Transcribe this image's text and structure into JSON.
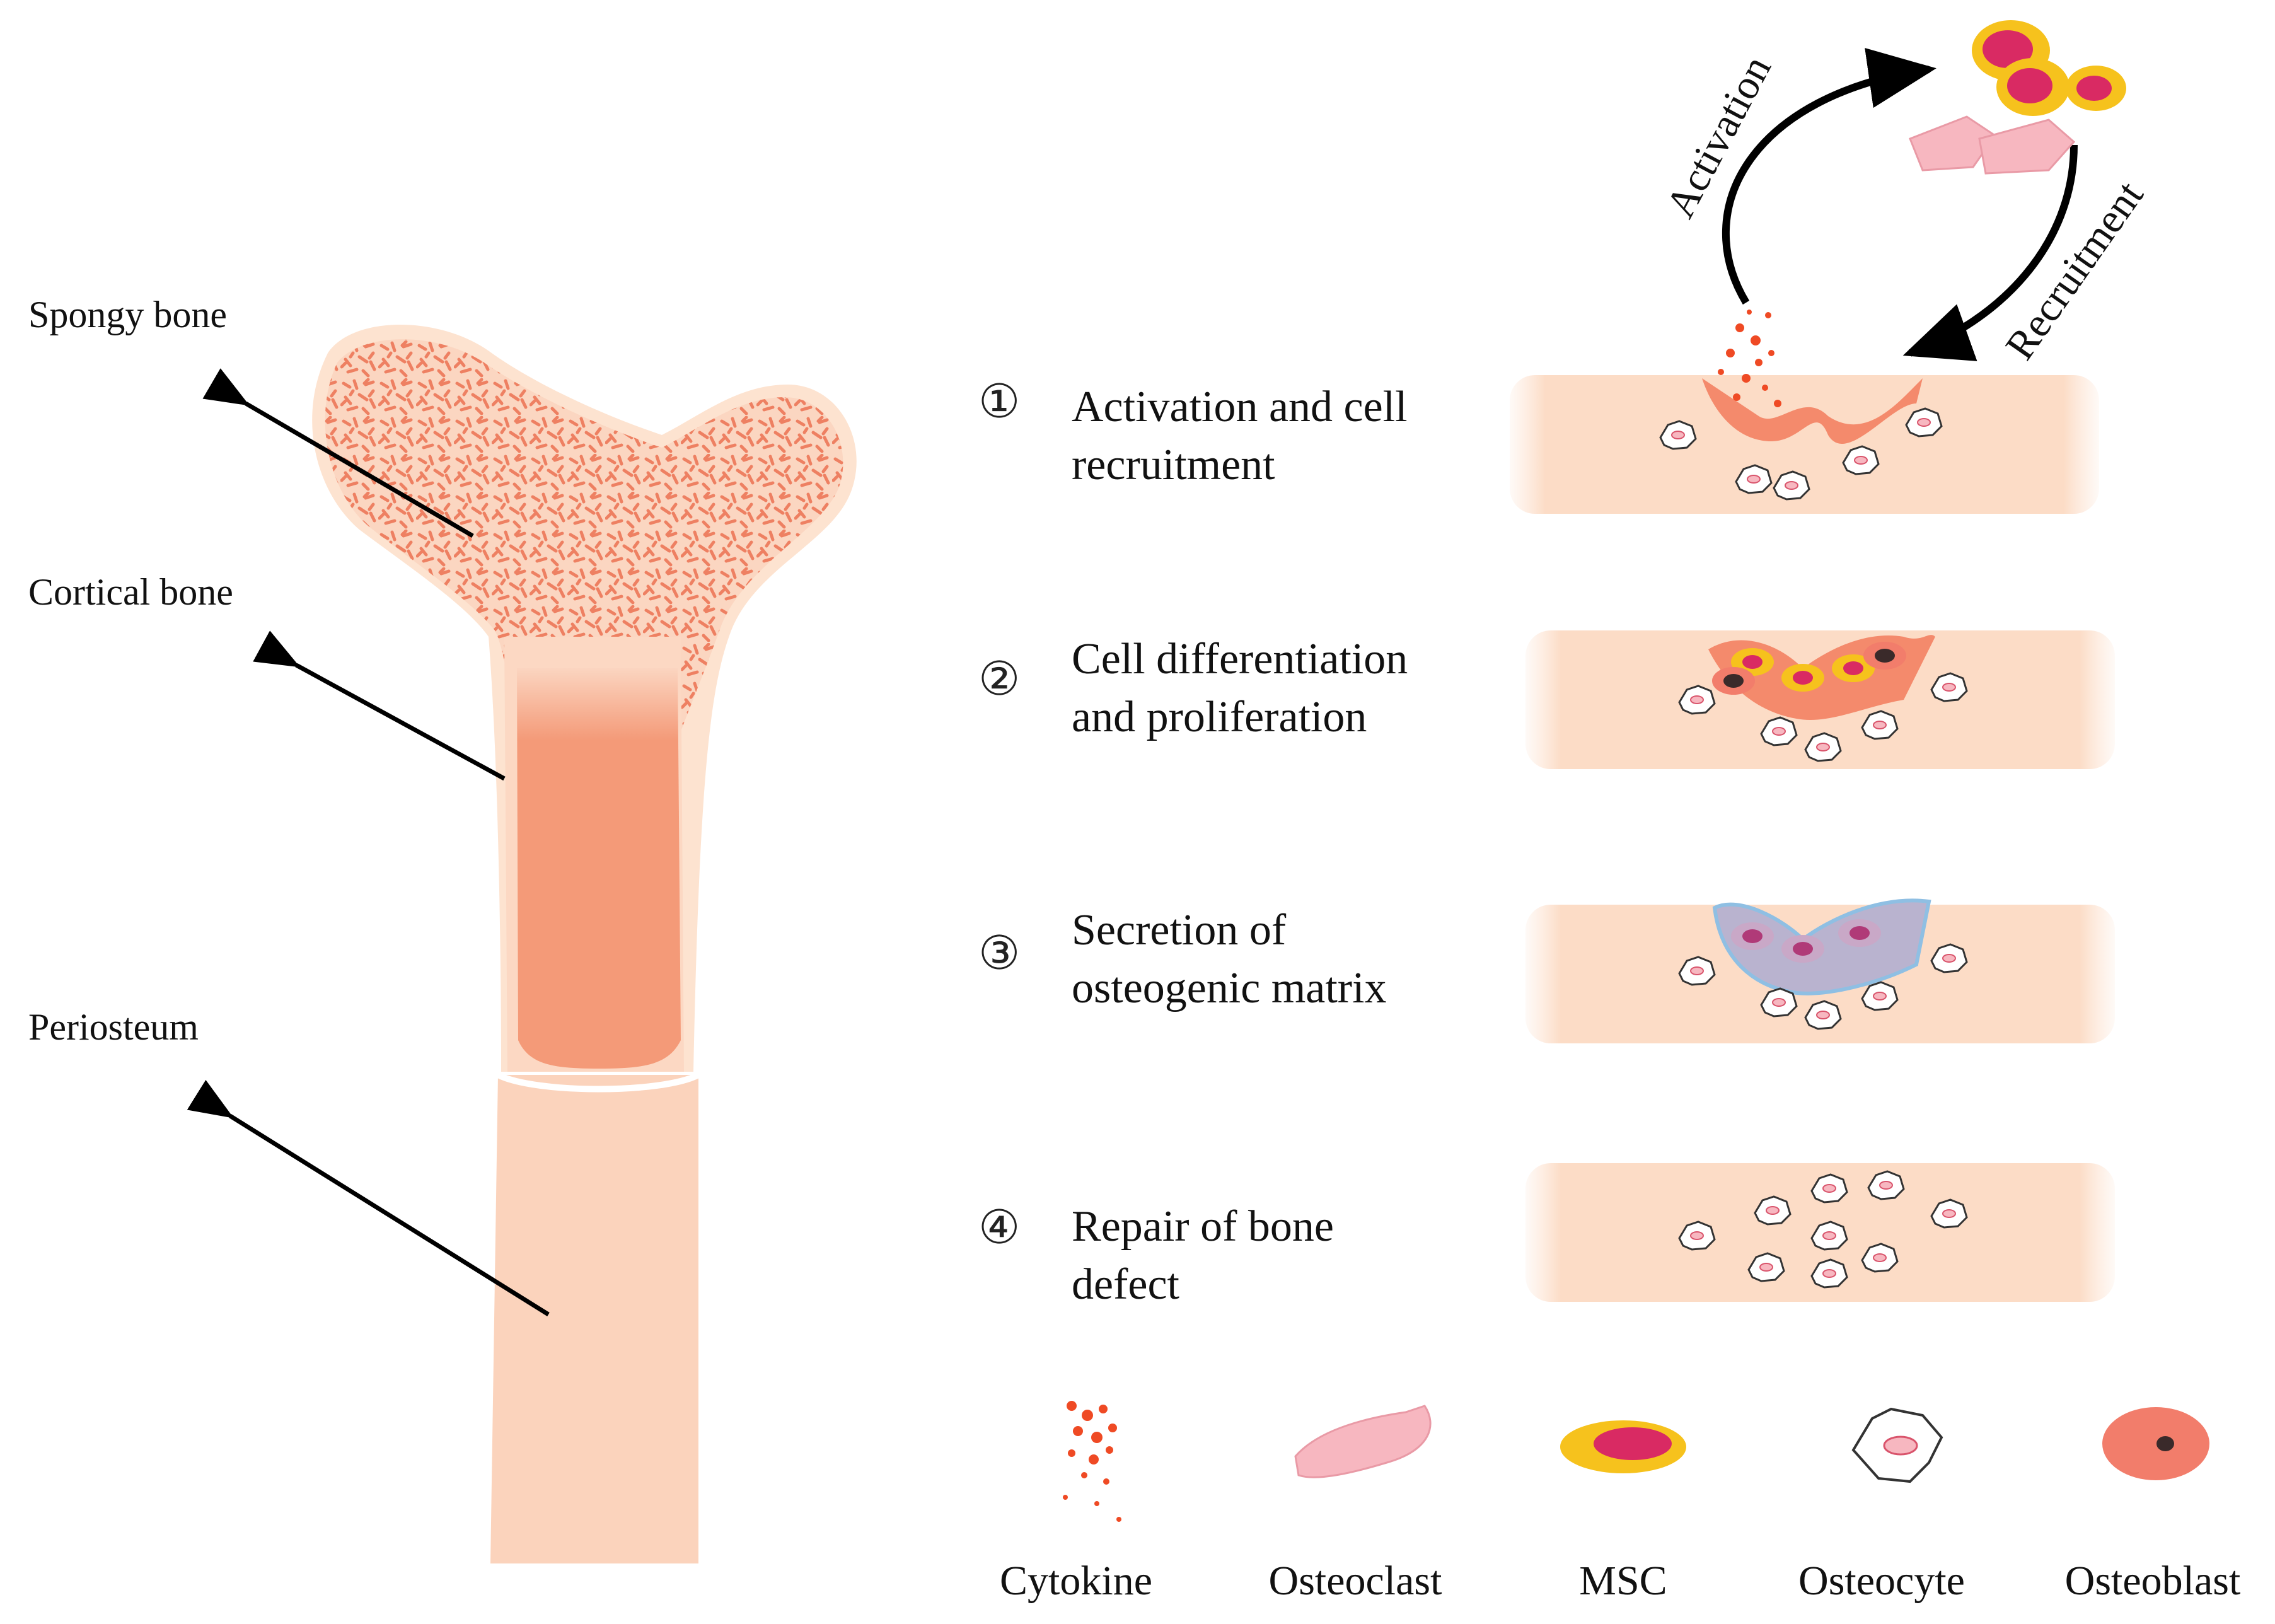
{
  "bone_labels": {
    "spongy": "Spongy bone",
    "cortical": "Cortical bone",
    "periosteum": "Periosteum"
  },
  "cycle": {
    "activation": "Activation",
    "recruitment": "Recruitment"
  },
  "steps": [
    {
      "num": "①",
      "line1": "Activation and cell",
      "line2": "recruitment"
    },
    {
      "num": "②",
      "line1": "Cell differentiation",
      "line2": "and proliferation"
    },
    {
      "num": "③",
      "line1": "Secretion of",
      "line2": "osteogenic matrix"
    },
    {
      "num": "④",
      "line1": "Repair of bone",
      "line2": "defect"
    }
  ],
  "legend": [
    {
      "label": "Cytokine",
      "icon": "cytokine-icon"
    },
    {
      "label": "Osteoclast",
      "icon": "osteoclast-icon"
    },
    {
      "label": "MSC",
      "icon": "msc-icon"
    },
    {
      "label": "Osteocyte",
      "icon": "osteocyte-icon"
    },
    {
      "label": "Osteoblast",
      "icon": "osteoblast-icon"
    }
  ],
  "colors": {
    "bone_light": "#fcdcc6",
    "bone_marrow": "#f49a78",
    "trabecular": "#ef7f62",
    "cytokine": "#ef4a24",
    "osteoclast": "#f7b7c0",
    "msc_outer": "#f6c21d",
    "msc_inner": "#d92a63",
    "osteoblast": "#f27d6b"
  }
}
